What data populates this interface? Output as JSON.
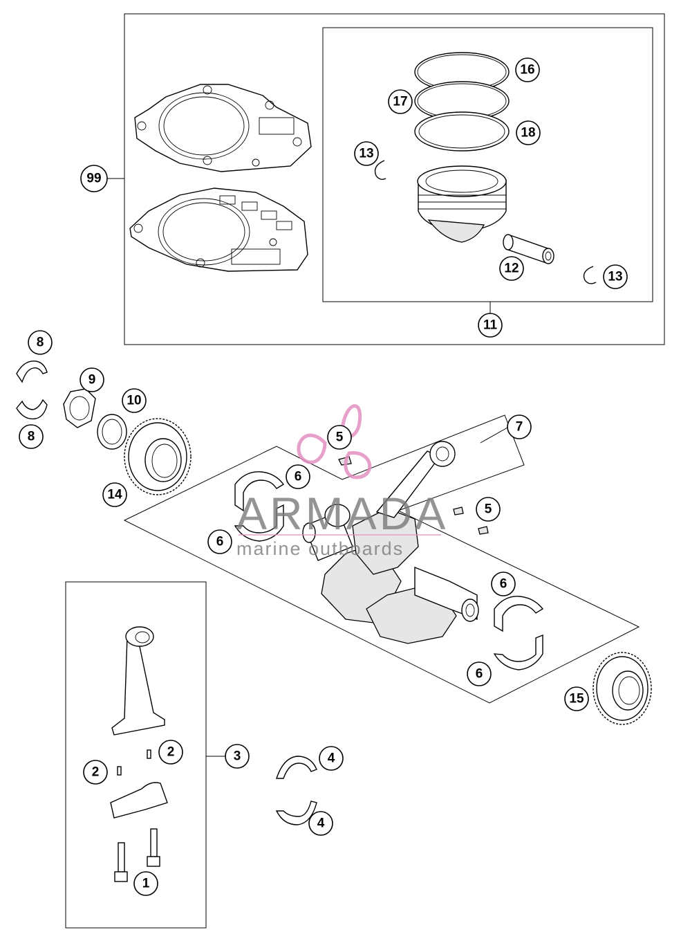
{
  "callouts": [
    {
      "id": "c1",
      "label": "1"
    },
    {
      "id": "c2a",
      "label": "2"
    },
    {
      "id": "c2b",
      "label": "2"
    },
    {
      "id": "c3",
      "label": "3"
    },
    {
      "id": "c4a",
      "label": "4"
    },
    {
      "id": "c4b",
      "label": "4"
    },
    {
      "id": "c5a",
      "label": "5"
    },
    {
      "id": "c5b",
      "label": "5"
    },
    {
      "id": "c6a",
      "label": "6"
    },
    {
      "id": "c6b",
      "label": "6"
    },
    {
      "id": "c6c",
      "label": "6"
    },
    {
      "id": "c6d",
      "label": "6"
    },
    {
      "id": "c7",
      "label": "7"
    },
    {
      "id": "c8a",
      "label": "8"
    },
    {
      "id": "c8b",
      "label": "8"
    },
    {
      "id": "c9",
      "label": "9"
    },
    {
      "id": "c10",
      "label": "10"
    },
    {
      "id": "c11",
      "label": "11"
    },
    {
      "id": "c12",
      "label": "12"
    },
    {
      "id": "c13a",
      "label": "13"
    },
    {
      "id": "c13b",
      "label": "13"
    },
    {
      "id": "c14",
      "label": "14"
    },
    {
      "id": "c15",
      "label": "15"
    },
    {
      "id": "c16",
      "label": "16"
    },
    {
      "id": "c17",
      "label": "17"
    },
    {
      "id": "c18",
      "label": "18"
    },
    {
      "id": "c99",
      "label": "99"
    }
  ],
  "watermark": {
    "title": "ARMADA",
    "subtitle": "marine outboards",
    "color": "#e38fc0"
  }
}
